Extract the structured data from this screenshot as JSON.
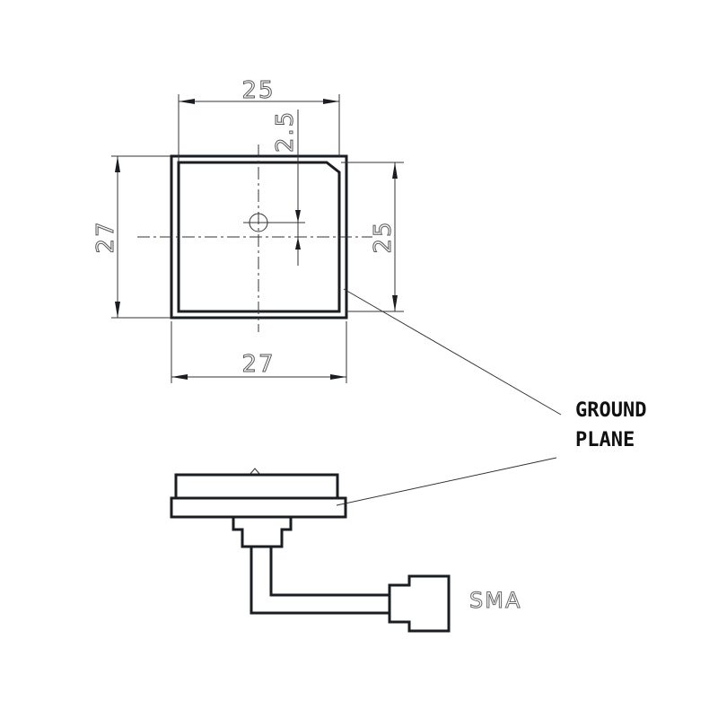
{
  "top_view": {
    "dims": {
      "top_width": "25",
      "bottom_width": "27",
      "left_height": "27",
      "right_height": "25",
      "feed_offset": "2.5"
    }
  },
  "labels": {
    "ground_plane_line1": "GROUND",
    "ground_plane_line2": "PLANE",
    "connector": "SMA"
  }
}
